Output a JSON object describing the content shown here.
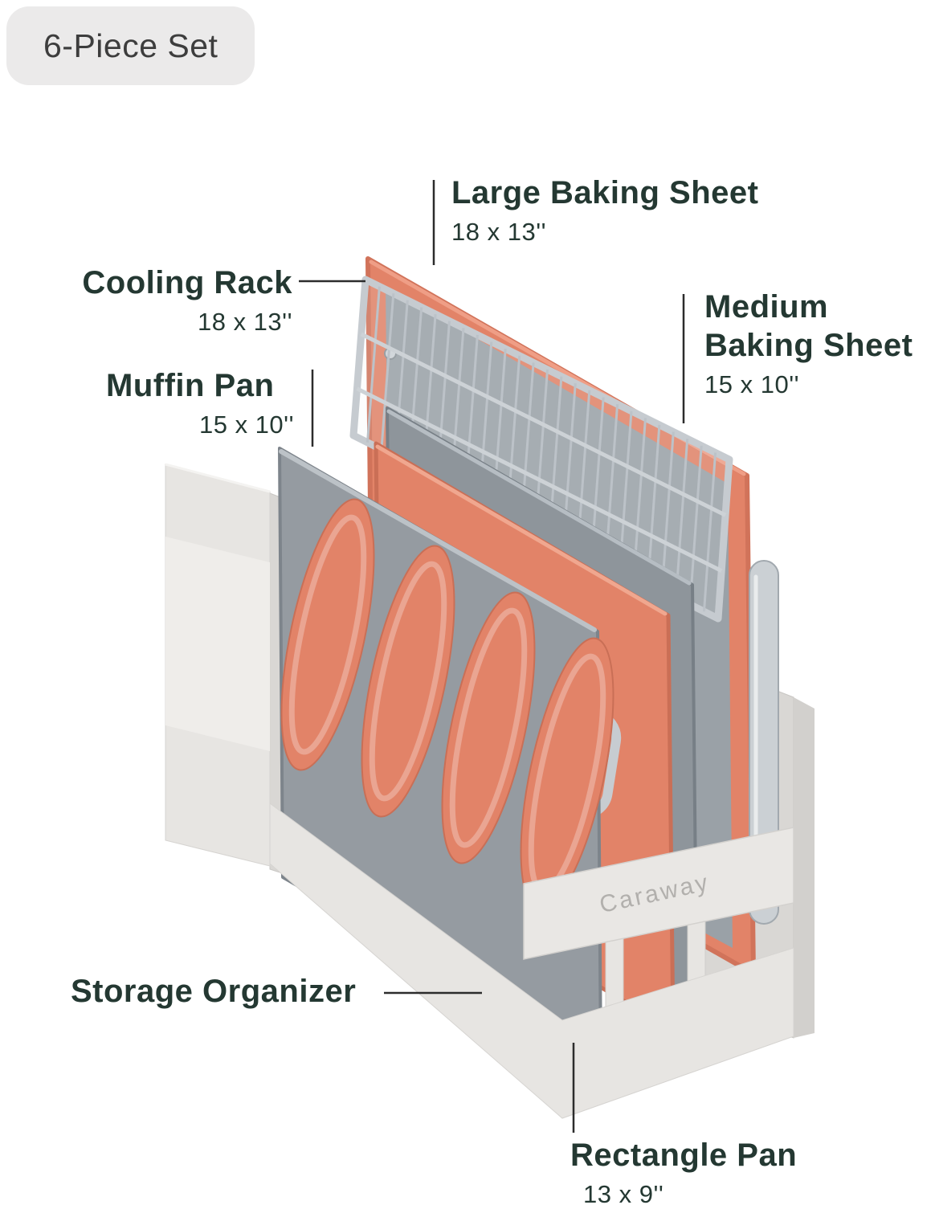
{
  "badge": {
    "label": "6-Piece Set"
  },
  "callouts": {
    "large_baking_sheet": {
      "title": "Large Baking Sheet",
      "size": "18 x 13''"
    },
    "cooling_rack": {
      "title": "Cooling Rack",
      "size": "18 x 13''"
    },
    "medium_baking_sheet": {
      "title_line1": "Medium",
      "title_line2": "Baking  Sheet",
      "size": "15 x 10''"
    },
    "muffin_pan": {
      "title": "Muffin Pan",
      "size": "15 x 10''"
    },
    "storage_organizer": {
      "title": "Storage Organizer"
    },
    "rectangle_pan": {
      "title": "Rectangle Pan",
      "size": "13 x 9''"
    }
  },
  "product": {
    "brand": "Caraway"
  },
  "palette": {
    "salmon": "#e28368",
    "pan_gray": "#8e959b",
    "muffin_gray": "#959ba1",
    "interior_gray": "#9aa1a7",
    "chrome": "#c6cbd0",
    "fabric": "#e7e5e2",
    "fabric_light": "#efedea",
    "fabric_dark": "#d9d7d4",
    "strap": "#e9e7e4",
    "text": "#243832",
    "line": "#2c2c2c",
    "badge_bg": "#ebeaea",
    "badge_text": "#3d3d3d",
    "brand_text": "#b2b0ad"
  }
}
